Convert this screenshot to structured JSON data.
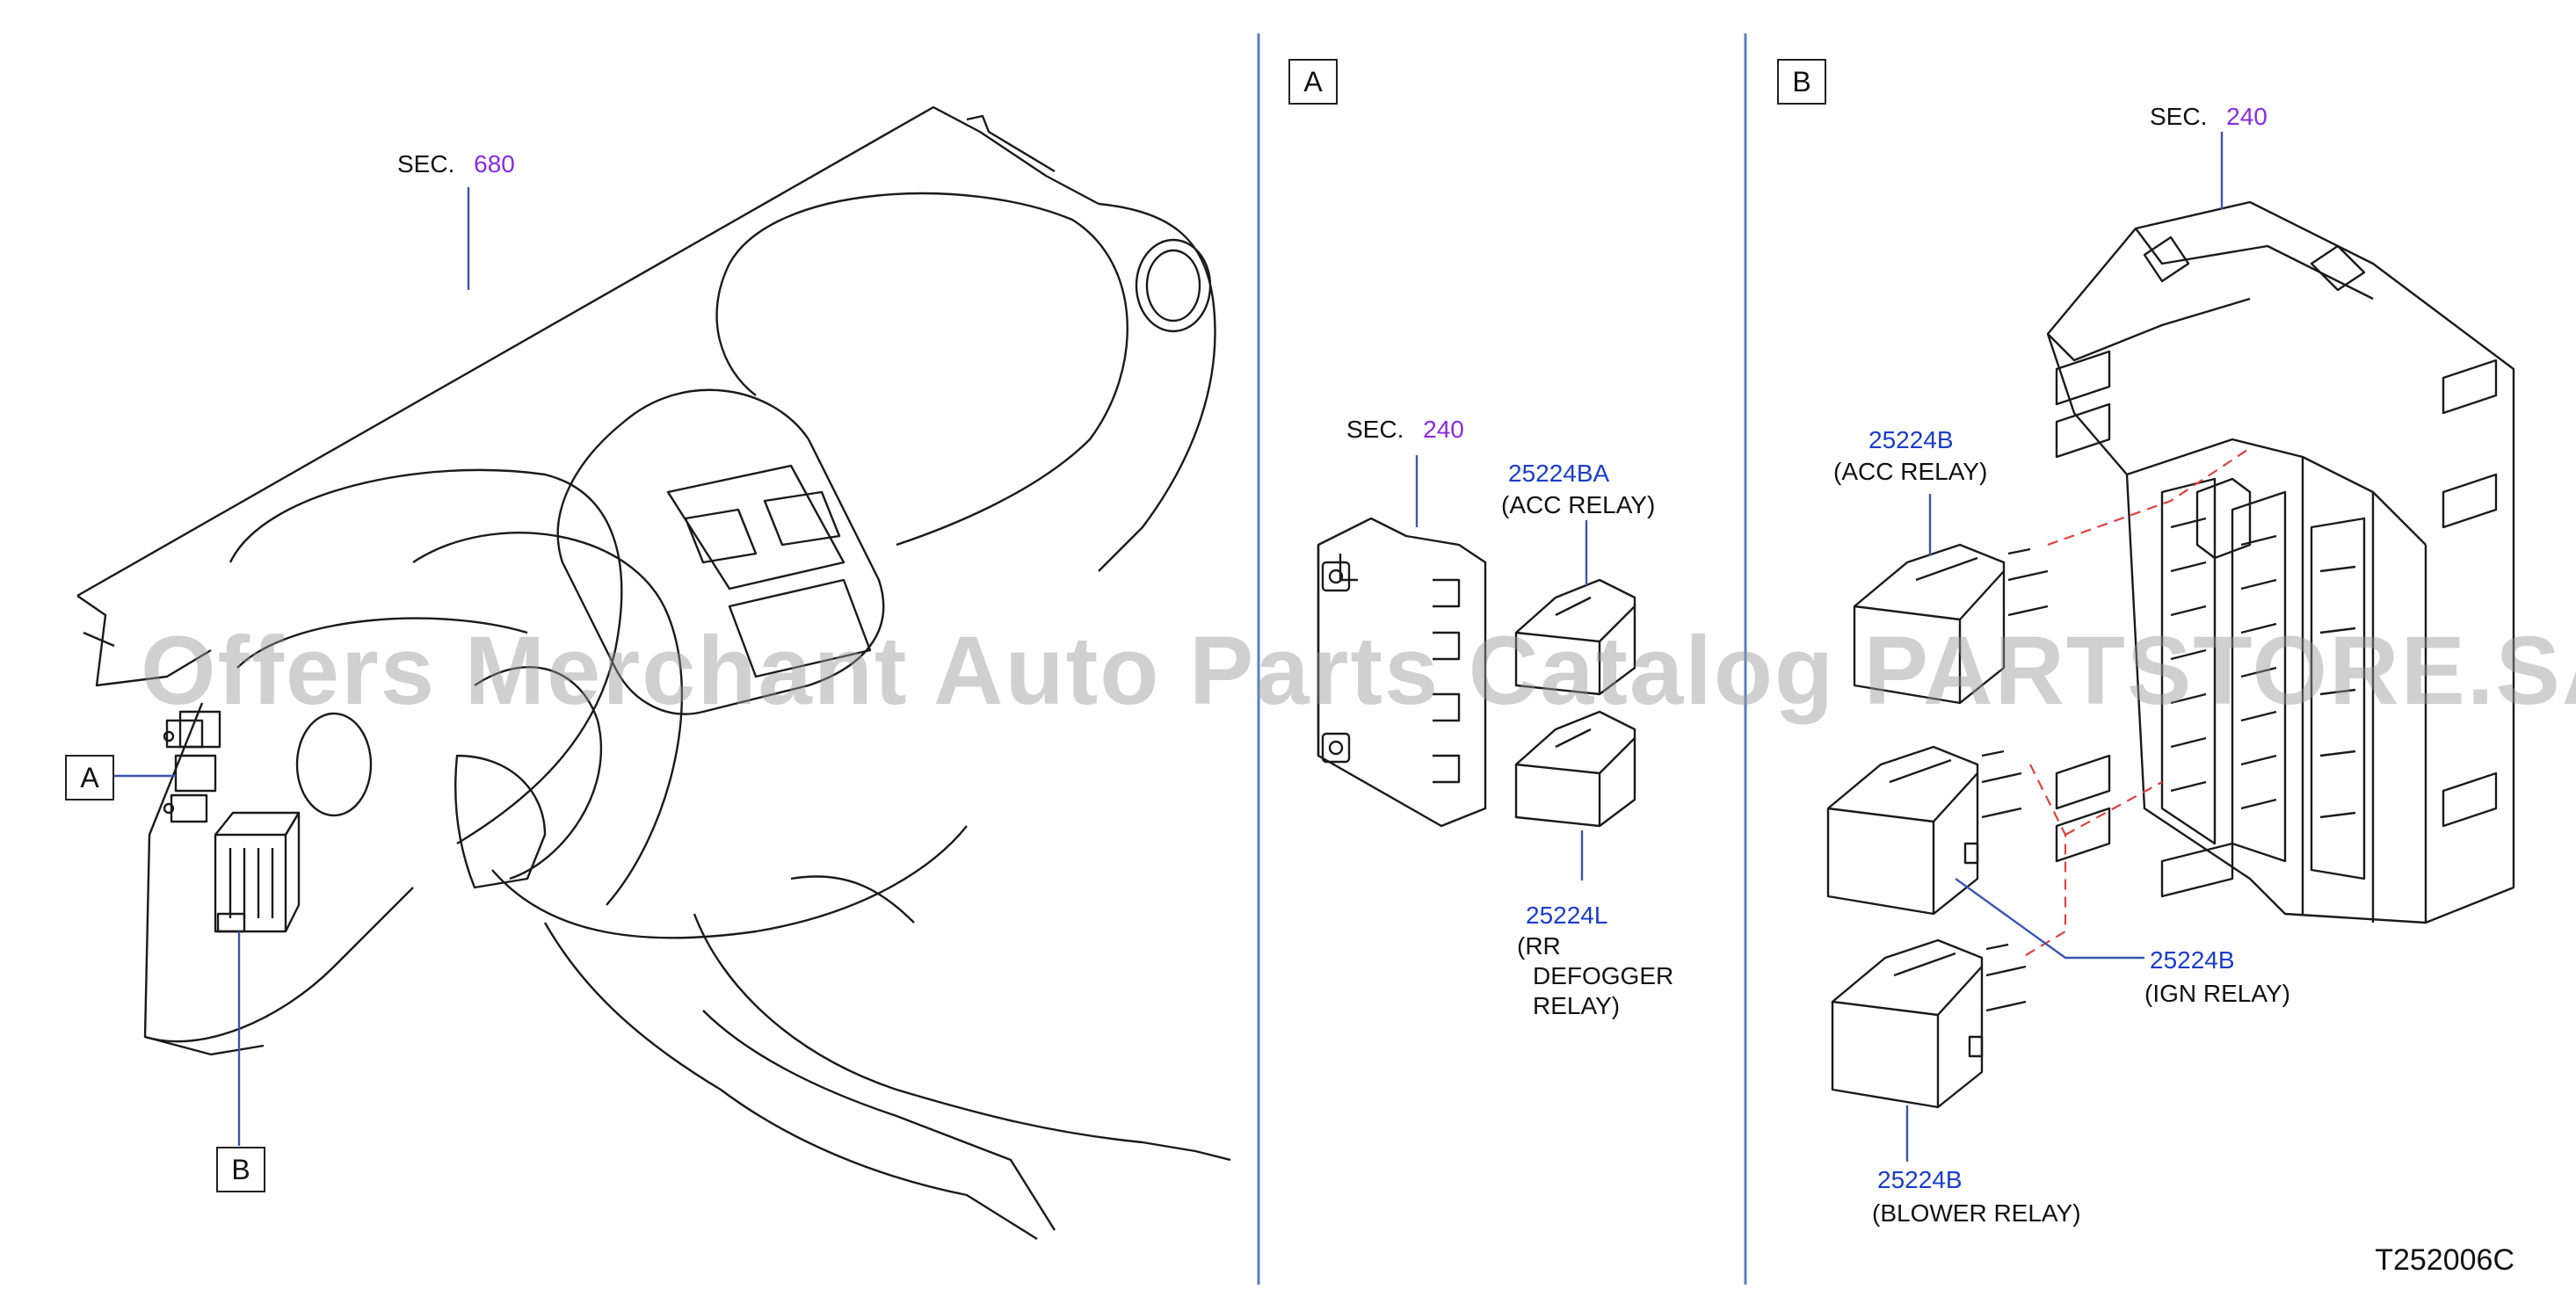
{
  "panels": {
    "overview": {
      "sec_prefix": "SEC.",
      "sec_number": "680",
      "callout_a": "A",
      "callout_b": "B"
    },
    "panel_a": {
      "letter": "A",
      "sec_prefix": "SEC.",
      "sec_number": "240",
      "relay1_number": "25224BA",
      "relay1_name": "(ACC   RELAY)",
      "relay2_number": "25224L",
      "relay2_name_line1": "(RR",
      "relay2_name_line2": "DEFOGGER",
      "relay2_name_line3": "RELAY)"
    },
    "panel_b": {
      "letter": "B",
      "sec_prefix": "SEC.",
      "sec_number": "240",
      "relay1_number": "25224B",
      "relay1_name": "(ACC   RELAY)",
      "relay2_number": "25224B",
      "relay2_name": "(IGN   RELAY)",
      "relay3_number": "25224B",
      "relay3_name": "(BLOWER   RELAY)"
    }
  },
  "watermark": "Offers Merchant Auto Parts Catalog PARTSTORE.SA",
  "diagram_code": "T252006C",
  "colors": {
    "line": "#1a1a1a",
    "leader": "#3a55b0",
    "divider": "#5a7fc0",
    "dashed": "#e04040",
    "sec_number": "#8a2be2",
    "part_number": "#1a3ccc"
  }
}
